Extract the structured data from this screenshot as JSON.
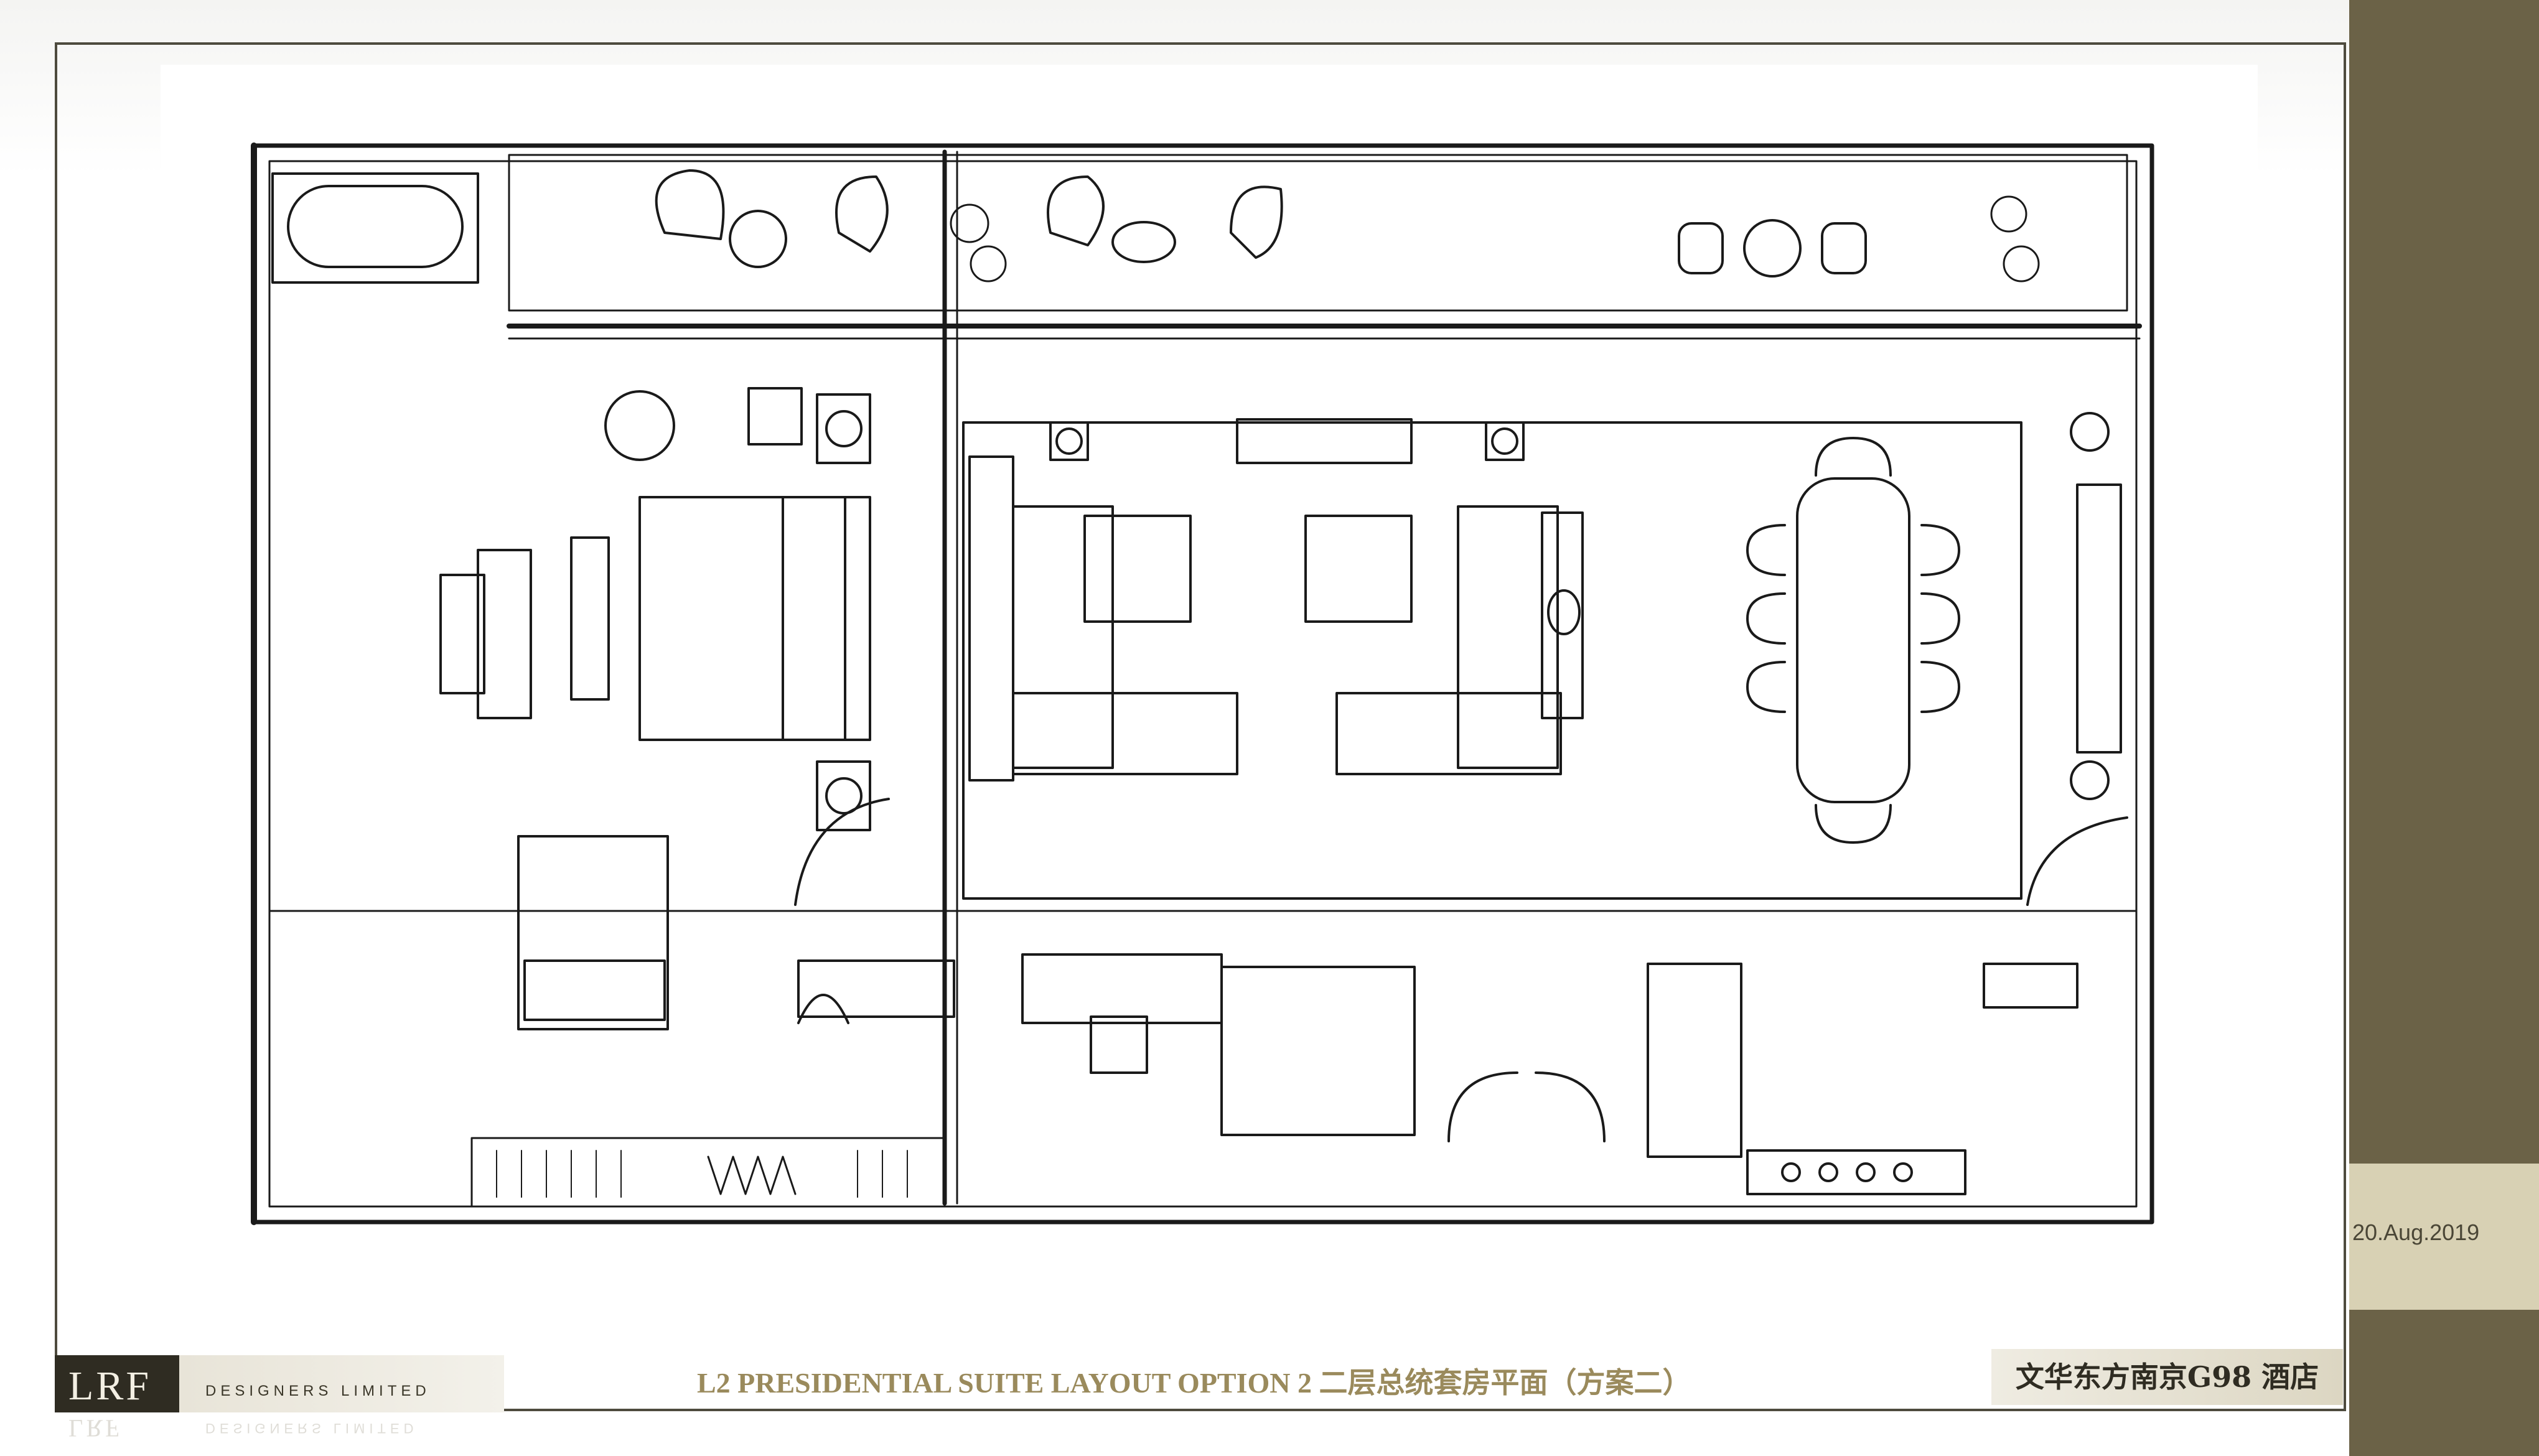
{
  "brand": {
    "logo_text": "LRF",
    "logo_subtext": "DESIGNERS LIMITED"
  },
  "caption": {
    "text": "L2 PRESIDENTIAL SUITE LAYOUT OPTION 2   二层总统套房平面（方案二）"
  },
  "project": {
    "hotel": "文华东方南京G98 酒店"
  },
  "meta": {
    "date": "20.Aug.2019"
  },
  "colors": {
    "frame": "#4e4b3e",
    "right_band": "#6b6247",
    "date_band": "#d8d1b4",
    "caption": "#9a8a5c",
    "ink": "#1a1a1a"
  }
}
